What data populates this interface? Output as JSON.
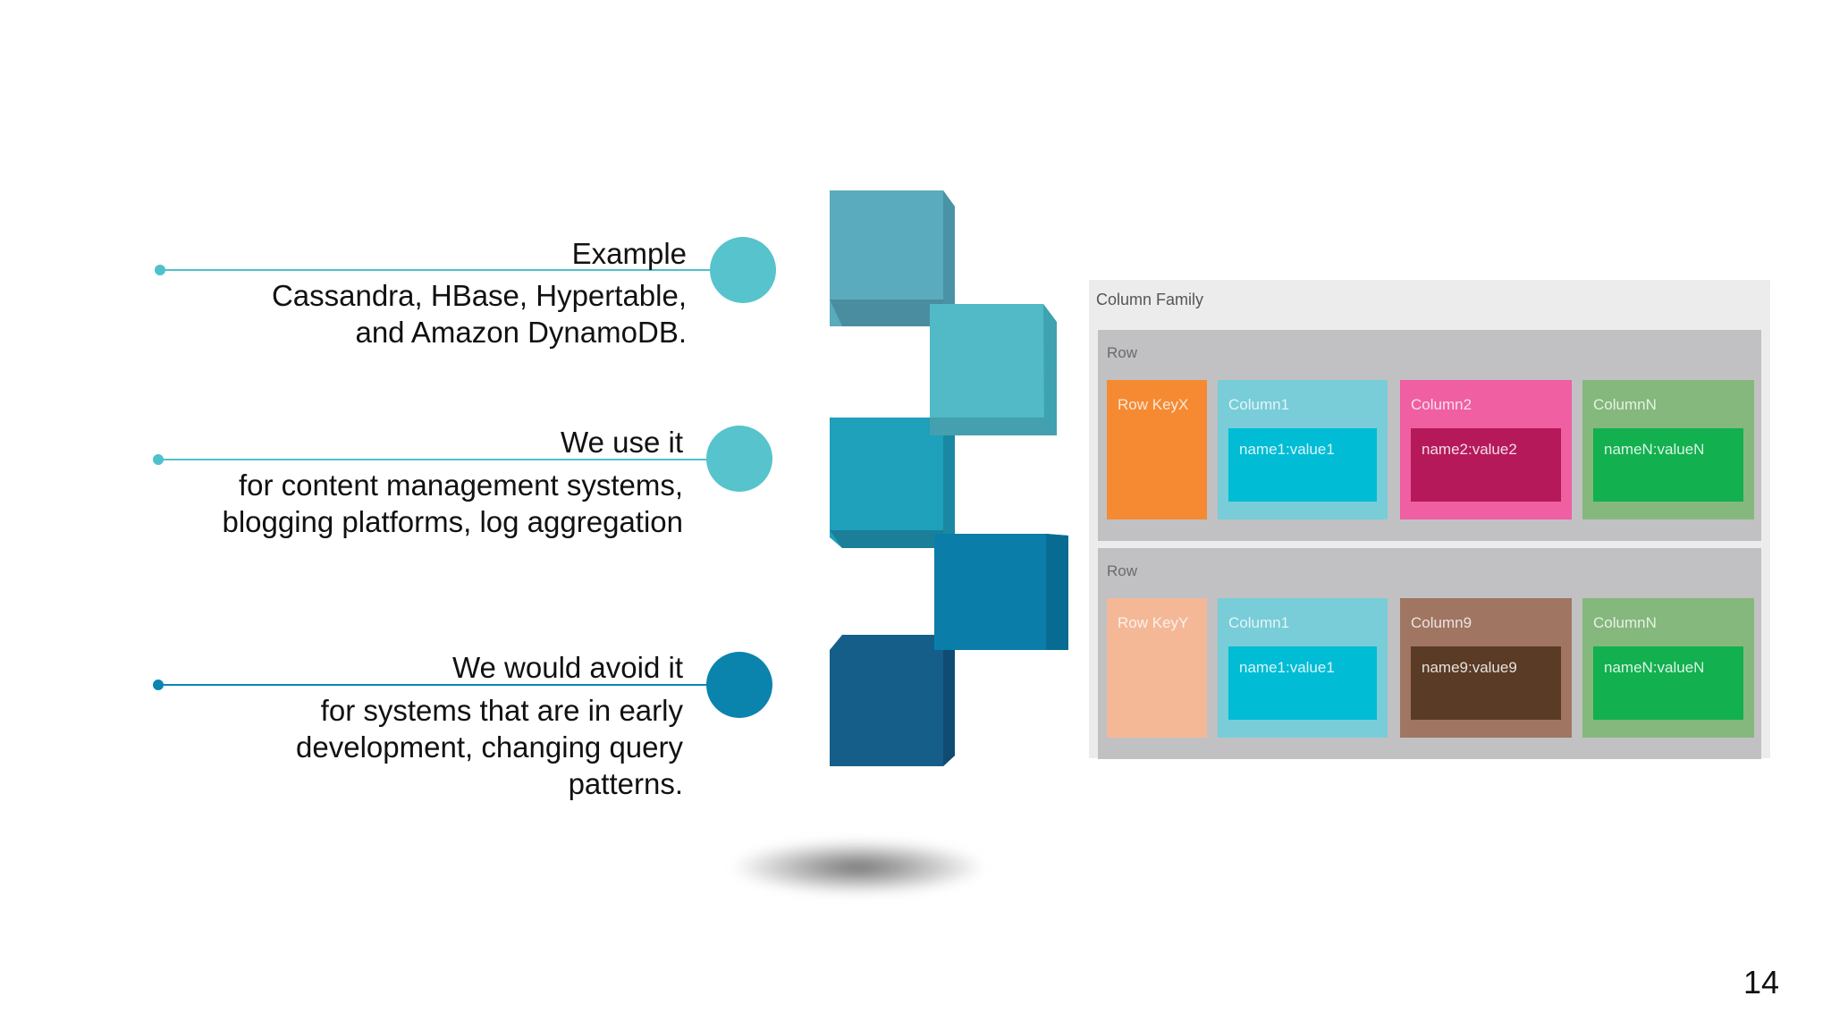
{
  "points": [
    {
      "title": "Example",
      "body": "Cassandra, HBase, Hypertable,\nand Amazon DynamoDB.",
      "line_color": "#4fc1cc",
      "dot_color": "#56c3cd"
    },
    {
      "title": "We use it",
      "body": "for content management systems,\nblogging platforms, log aggregation",
      "line_color": "#4fc1cc",
      "dot_color": "#56c3cd"
    },
    {
      "title": "We would avoid it",
      "body": "for systems that are in early\ndevelopment, changing query\npatterns.",
      "line_color": "#0a86b0",
      "dot_color": "#0a84ad"
    }
  ],
  "cube_colors": [
    "#5aabbe",
    "#52b9c6",
    "#1fa0bb",
    "#0a7ea8",
    "#155e8a"
  ],
  "column_family": {
    "label": "Column Family",
    "rows": [
      {
        "label": "Row",
        "key": "Row KeyX",
        "key_color": "#f58a33",
        "columns": [
          {
            "name": "Column1",
            "value": "name1:value1",
            "outer": "#78cdd8",
            "inner": "#00bcd4"
          },
          {
            "name": "Column2",
            "value": "name2:value2",
            "outer": "#ef5fa1",
            "inner": "#b5195a"
          },
          {
            "name": "ColumnN",
            "value": "nameN:valueN",
            "outer": "#85b87c",
            "inner": "#12b04f"
          }
        ]
      },
      {
        "label": "Row",
        "key": "Row KeyY",
        "key_color": "#f4b897",
        "columns": [
          {
            "name": "Column1",
            "value": "name1:value1",
            "outer": "#78cdd8",
            "inner": "#00bcd4"
          },
          {
            "name": "Column9",
            "value": "name9:value9",
            "outer": "#a07562",
            "inner": "#5a3b25"
          },
          {
            "name": "ColumnN",
            "value": "nameN:valueN",
            "outer": "#85b87c",
            "inner": "#12b04f"
          }
        ]
      }
    ]
  },
  "page_number": "14"
}
